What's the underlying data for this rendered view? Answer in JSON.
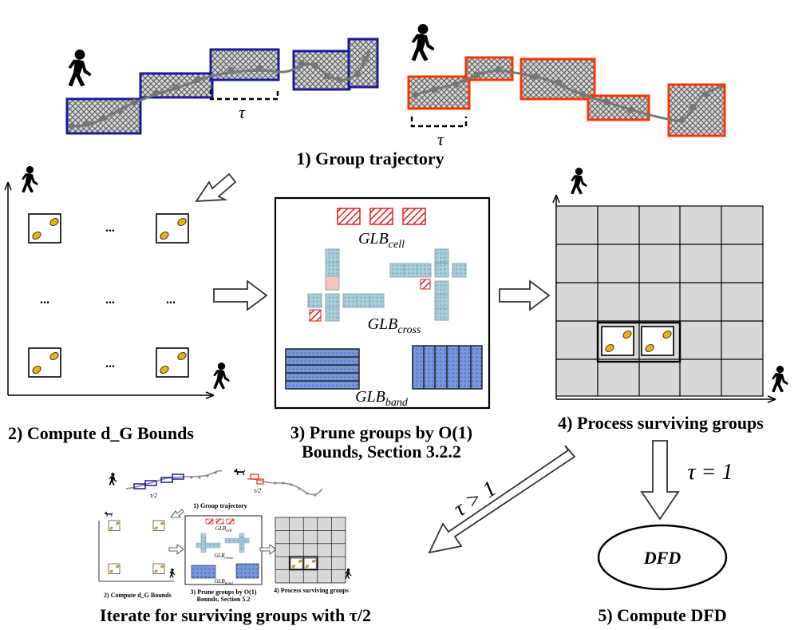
{
  "steps": {
    "s1": "1) Group trajectory",
    "s2": "2) Compute d_G Bounds",
    "s3_line1": "3) Prune groups by O(1)",
    "s3_line2": "Bounds, Section 3.2.2",
    "s4": "4) Process surviving groups",
    "s5": "5) Compute DFD",
    "iterate": "Iterate for surviving groups with τ/2"
  },
  "symbols": {
    "tau": "τ",
    "tau_gt_1": "τ > 1",
    "tau_eq_1": "τ = 1",
    "dfd": "DFD",
    "ellipsis": "...",
    "glb_cell": "GLB",
    "glb_cell_sub": "cell",
    "glb_cross": "GLB",
    "glb_cross_sub": "cross",
    "glb_band": "GLB",
    "glb_band_sub": "band"
  },
  "mini": {
    "s1": "1) Group trajectory",
    "s2": "2) Compute d_G Bounds",
    "s3_line1": "3) Prune groups by O(1)",
    "s3_line2": "Bounds, Section 5.2",
    "s4": "4) Process surviving groups",
    "tau_half": "τ/2"
  },
  "colors": {
    "blue_group": "#1a1aa0",
    "red_group": "#ff3300",
    "cell_hatch": "#e03030",
    "cross_fill": "#9ec9d6",
    "band_fill": "#6f8fd6",
    "grid_fill": "#d8d8d8",
    "dot_yellow": "#f2b10a"
  },
  "icons": [
    "walker-icon",
    "dog-icon",
    "arrow-right-icon",
    "arrow-down-icon",
    "arrow-diagonal-icon"
  ]
}
